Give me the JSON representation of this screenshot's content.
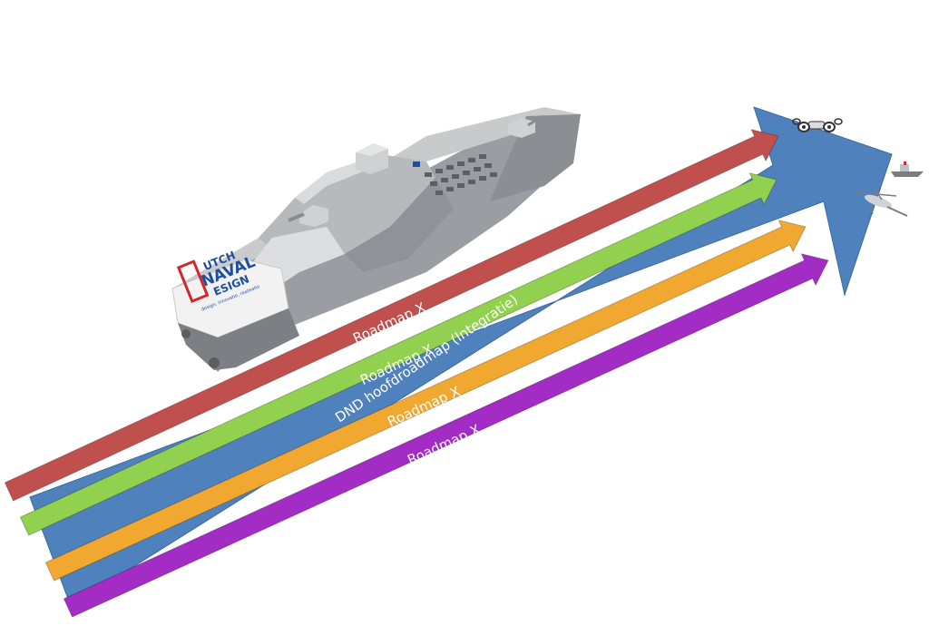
{
  "roadmaps": [
    {
      "label": "Roadmap X",
      "color": "#c0504d"
    },
    {
      "label": "Roadmap X",
      "color": "#92d050"
    },
    {
      "label": "Roadmap X",
      "color": "#f0a830"
    },
    {
      "label": "Roadmap X",
      "color": "#a32cc4"
    }
  ],
  "main_arrow": {
    "label": "DND hoofdroadmap (Integratie)",
    "color": "#4f81bd"
  },
  "logo": {
    "line1": "UTCH",
    "line2": "NAVAL",
    "line3": "ESIGN",
    "tagline": "design, innovatie, realisatie",
    "color_blue": "#1f4e9c",
    "color_red": "#d7262a"
  },
  "illustrations": {
    "ship": "ship-icon",
    "drone": "drone-icon",
    "boat": "boat-icon",
    "helicopter": "helicopter-icon"
  }
}
